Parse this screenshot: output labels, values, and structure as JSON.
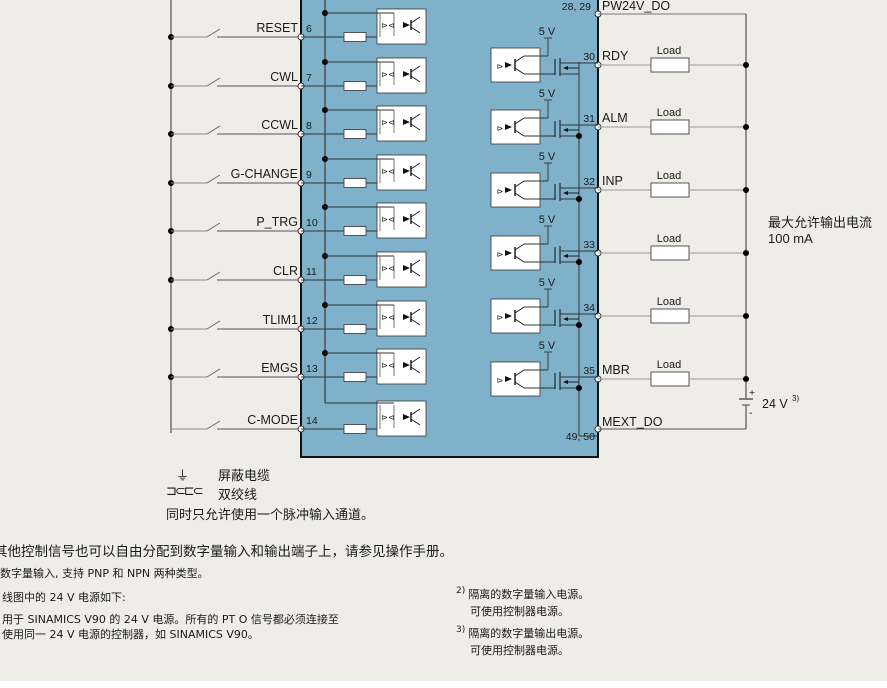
{
  "diagram": {
    "inputs": [
      {
        "name": "RESET",
        "pin": "6"
      },
      {
        "name": "CWL",
        "pin": "7"
      },
      {
        "name": "CCWL",
        "pin": "8"
      },
      {
        "name": "G-CHANGE",
        "pin": "9"
      },
      {
        "name": "P_TRG",
        "pin": "10"
      },
      {
        "name": "CLR",
        "pin": "11"
      },
      {
        "name": "TLIM1",
        "pin": "12"
      },
      {
        "name": "EMGS",
        "pin": "13"
      },
      {
        "name": "C-MODE",
        "pin": "14"
      }
    ],
    "outputs": [
      {
        "name": "RDY",
        "pin": "30",
        "load": "Load",
        "supply": "5 V"
      },
      {
        "name": "ALM",
        "pin": "31",
        "load": "Load",
        "supply": "5 V"
      },
      {
        "name": "INP",
        "pin": "32",
        "load": "Load",
        "supply": "5 V"
      },
      {
        "name": "",
        "pin": "33",
        "load": "Load",
        "supply": "5 V"
      },
      {
        "name": "",
        "pin": "34",
        "load": "Load",
        "supply": "5 V"
      },
      {
        "name": "MBR",
        "pin": "35",
        "load": "Load",
        "supply": "5 V"
      }
    ],
    "power_top": {
      "name": "PW24V_DO",
      "pin": "28, 29"
    },
    "power_bottom": {
      "name": "MEXT_DO",
      "pin": "49, 50"
    },
    "supply": {
      "label": "24 V",
      "note": "3)",
      "plus": "+",
      "minus": "-"
    },
    "max_current": {
      "line1": "最大允许输出电流",
      "line2": "100 mA"
    },
    "colors": {
      "panel": "#7fb1cb",
      "background": "#efede8"
    }
  },
  "legend": {
    "shield_label": "屏蔽电缆",
    "twisted_label": "双绞线",
    "note": "同时只允许使用一个脉冲输入通道。"
  },
  "notes": {
    "line1": "其他控制信号也可以自由分配到数字量输入和输出端子上，请参见操作手册。",
    "line2": "数字量输入, 支持 PNP 和 NPN 两种类型。",
    "line3": "线图中的 24 V 电源如下:",
    "line4": "用于 SINAMICS V90 的 24 V 电源。所有的 PT O 信号都必须连接至",
    "line5": "使用同一 24 V 电源的控制器，如 SINAMICS V90。",
    "fn2_mark": "2)",
    "fn2_line1": "隔离的数字量输入电源。",
    "fn2_line2": "可使用控制器电源。",
    "fn3_mark": "3)",
    "fn3_line1": "隔离的数字量输出电源。",
    "fn3_line2": "可使用控制器电源。"
  }
}
